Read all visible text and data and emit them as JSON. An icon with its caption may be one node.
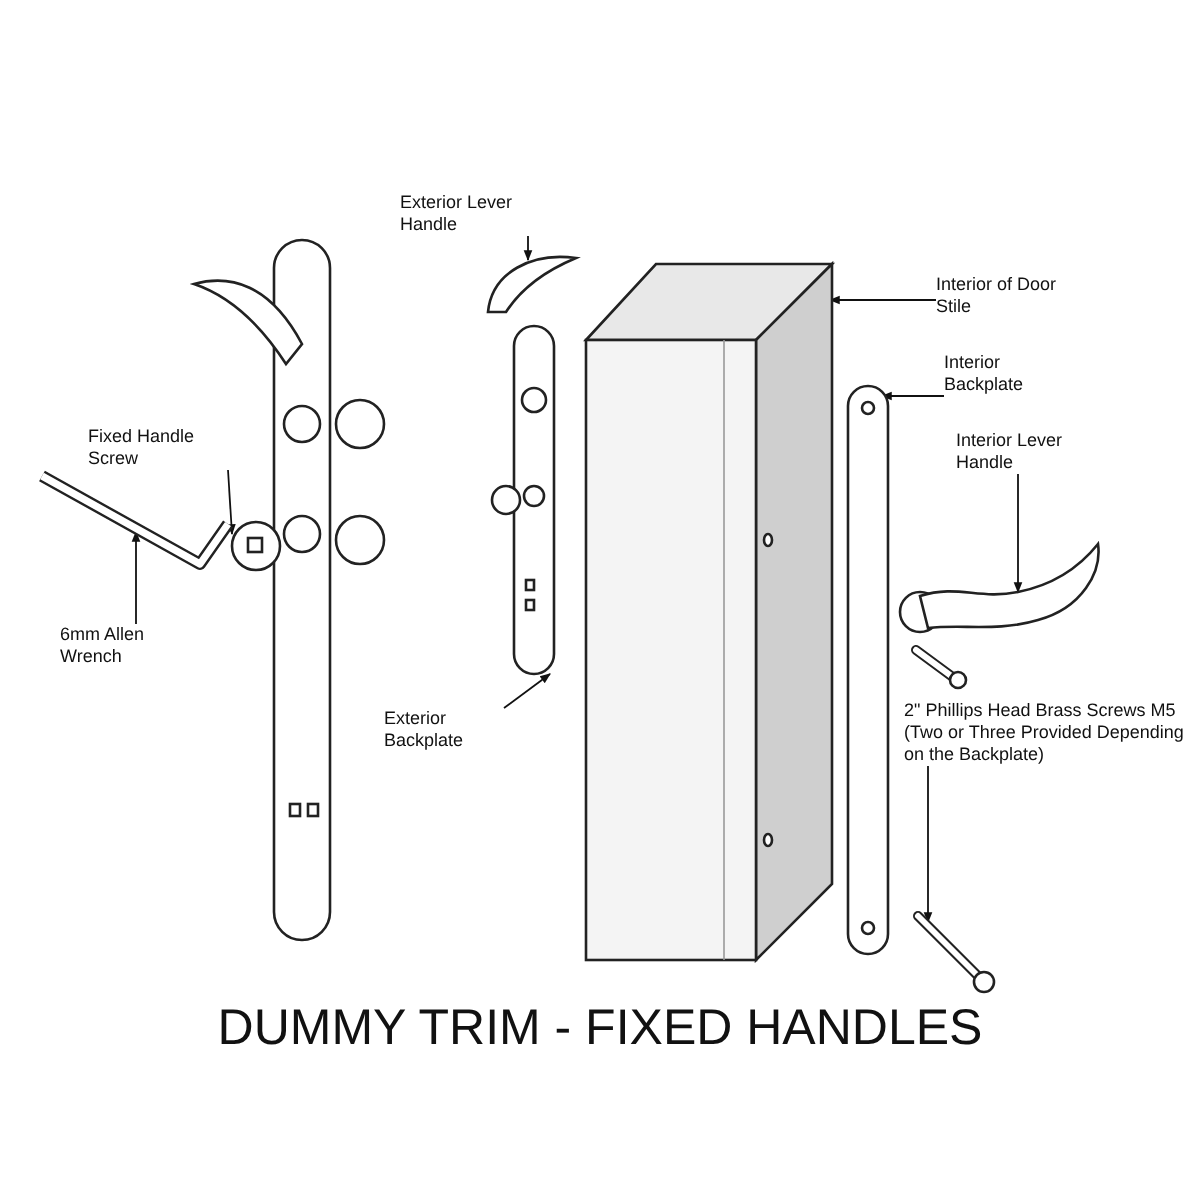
{
  "diagram": {
    "title": "DUMMY TRIM - FIXED HANDLES",
    "nodes": [
      {
        "text": [
          "Fixed Handle Screw"
        ]
      },
      {
        "text": [],
        "shape": "picture"
      },
      {
        "text": [
          "6mm Allen Wrench"
        ]
      },
      {
        "text": [],
        "shape": "picture"
      },
      {
        "text": [
          "Exterior Lever Handle"
        ]
      },
      {
        "text": [],
        "shape": "picture"
      },
      {
        "text": [
          "Interior of Door Stile"
        ]
      },
      {
        "text": [],
        "shape": "picture"
      },
      {
        "text": [
          "Interior Backplate"
        ]
      },
      {
        "text": [],
        "shape": "picture"
      },
      {
        "text": [
          "Interior Lever Handle"
        ]
      },
      {
        "text": [],
        "shape": "picture"
      },
      {
        "text": [
          "Exterior Backplate"
        ]
      },
      {
        "text": [],
        "shape": "picture"
      },
      {
        "text": [
          "2\" Phillips Head Brass Screws M5",
          "(Two or Three Provided Depending on the Backplate)"
        ]
      },
      {
        "text": [],
        "shape": "picture"
      }
    ],
    "edges": [
      {
        "from": 0,
        "to": 1,
        "arrow": "to"
      },
      {
        "from": 2,
        "to": 3,
        "arrow": "to"
      },
      {
        "from": 4,
        "to": 5,
        "arrow": "to"
      },
      {
        "from": 6,
        "to": 7,
        "arrow": "to"
      },
      {
        "from": 8,
        "to": 9,
        "arrow": "to"
      },
      {
        "from": 10,
        "to": 11,
        "arrow": "to"
      },
      {
        "from": 12,
        "to": 13,
        "arrow": "to"
      },
      {
        "from": 14,
        "to": 15,
        "arrow": "to"
      }
    ]
  }
}
